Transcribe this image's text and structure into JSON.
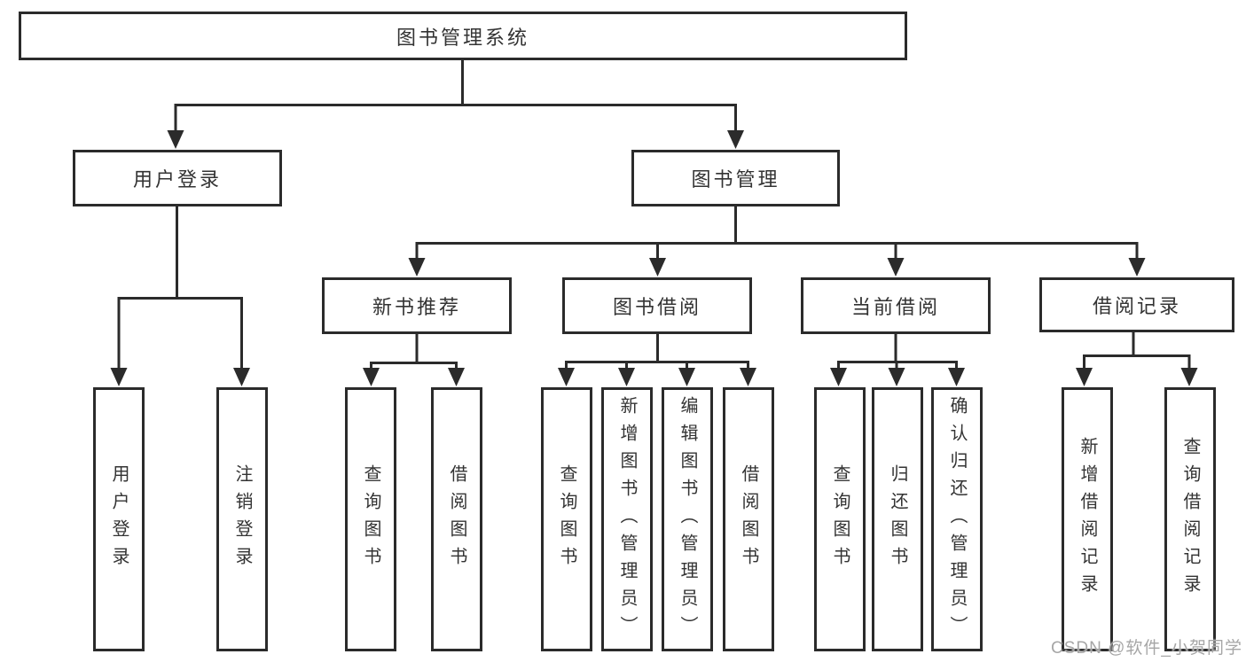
{
  "diagram_title": "图书管理系统",
  "nodes": {
    "root": {
      "label": "图书管理系统"
    },
    "user_login": {
      "label": "用户登录"
    },
    "book_mgmt": {
      "label": "图书管理"
    },
    "new_books": {
      "label": "新书推荐"
    },
    "book_borrow": {
      "label": "图书借阅"
    },
    "current_borrow": {
      "label": "当前借阅"
    },
    "borrow_records": {
      "label": "借阅记录"
    }
  },
  "leaves": {
    "user_login": [
      "用户登录",
      "注销登录"
    ],
    "new_books": [
      "查询图书",
      "借阅图书"
    ],
    "book_borrow": [
      "查询图书",
      "新增图书（管理员）",
      "编辑图书（管理员）",
      "借阅图书"
    ],
    "current_borrow": [
      "查询图书",
      "归还图书",
      "确认归还（管理员）"
    ],
    "borrow_records": [
      "新增借阅记录",
      "查询借阅记录"
    ]
  },
  "watermark": "CSDN @软件_小贺同学",
  "colors": {
    "line": "#2b2b2b",
    "text": "#333333",
    "watermark": "#a6a6a6",
    "background": "#ffffff"
  }
}
